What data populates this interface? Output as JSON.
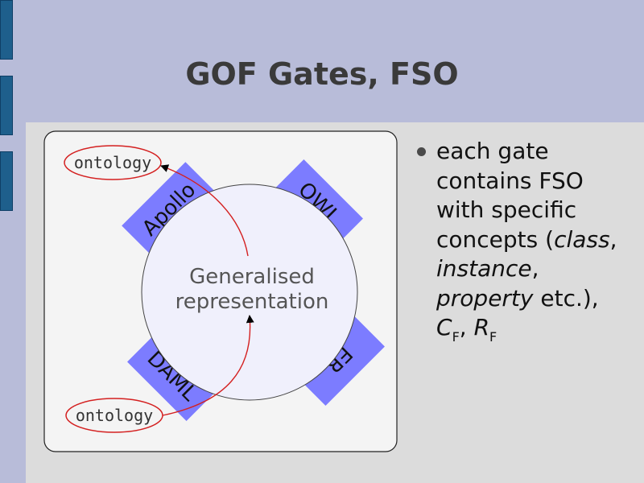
{
  "slide": {
    "title": "GOF Gates, FSO"
  },
  "diagram": {
    "center_line1": "Generalised",
    "center_line2": "representation",
    "gate_apollo": "Apollo",
    "gate_owl": "OWL",
    "gate_daml": "DAML",
    "gate_er": "ER",
    "ontology_top": "ontology",
    "ontology_bottom": "ontology"
  },
  "bullet": {
    "p1": "each gate contains FSO with specific concepts (",
    "class_word": "class",
    "sep1": ", ",
    "instance_word": "instance",
    "sep2": ", ",
    "property_word": "property",
    "p2": " etc.), ",
    "c_letter": "C",
    "c_sub": "F",
    "comma": ", ",
    "r_letter": "R",
    "r_sub": "F"
  },
  "colors": {
    "gate_fill": "#7c7cff",
    "center_fill": "#f0f0fc",
    "arrow_red": "#d42020",
    "title": "#3a3a3a",
    "background": "#b8bcd9"
  }
}
